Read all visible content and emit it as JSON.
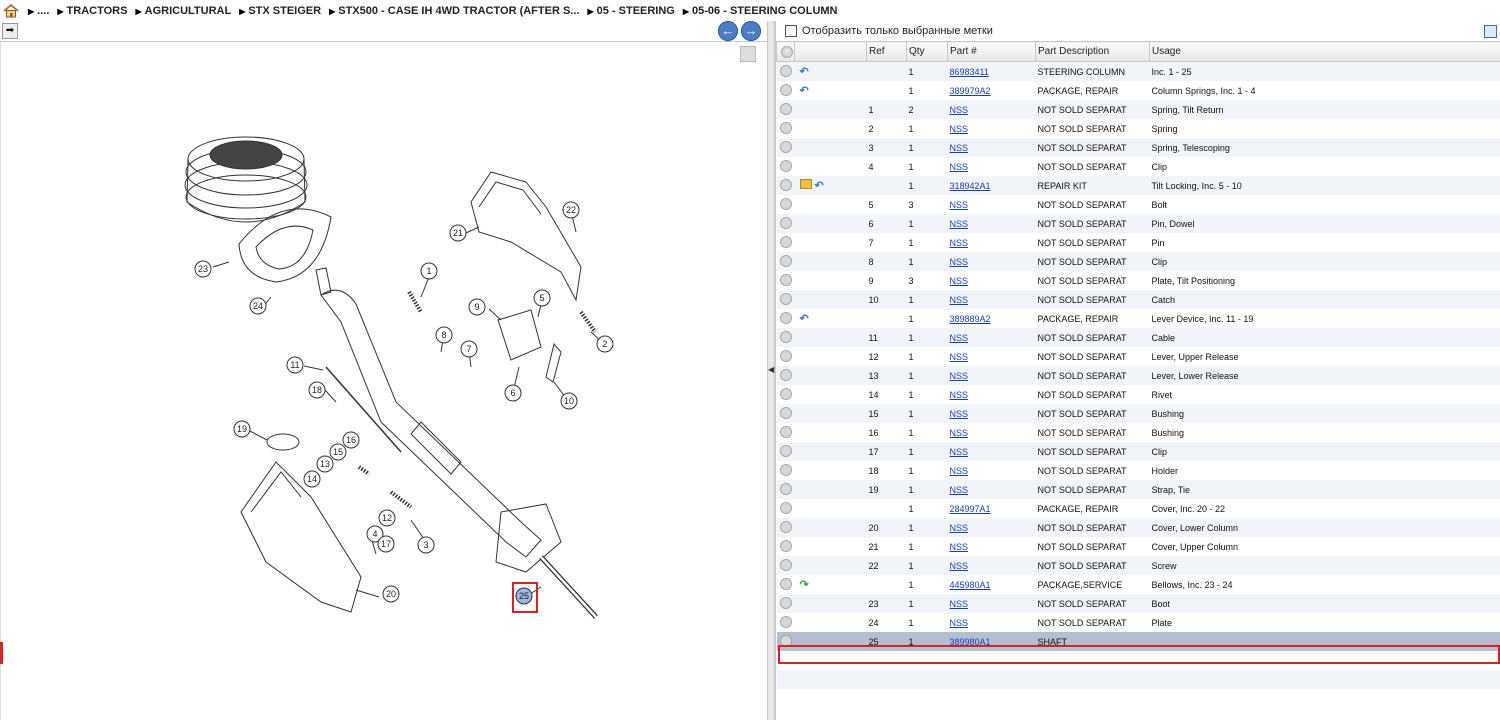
{
  "breadcrumb": [
    "....",
    "TRACTORS",
    "AGRICULTURAL",
    "STX STEIGER",
    "STX500 - CASE IH 4WD TRACTOR (AFTER S...",
    "05 - STEERING",
    "05-06 - STEERING COLUMN"
  ],
  "filter": {
    "label": "Отобразить только выбранные метки",
    "checked": false
  },
  "table": {
    "headers": [
      "",
      "Ref",
      "Qty",
      "Part #",
      "Part Description",
      "Usage"
    ],
    "rows": [
      {
        "ref": "",
        "qty": "1",
        "part": "86983411",
        "desc": "STEERING COLUMN",
        "usage": "Inc. 1 - 25",
        "icon": "back-arrow-icon"
      },
      {
        "ref": "",
        "qty": "1",
        "part": "389979A2",
        "desc": "PACKAGE, REPAIR",
        "usage": "Column Springs, Inc. 1 - 4",
        "icon": "back-arrow-icon"
      },
      {
        "ref": "1",
        "qty": "2",
        "part": "NSS",
        "desc": "NOT SOLD SEPARAT",
        "usage": "Spring, Tilt Return",
        "icon": ""
      },
      {
        "ref": "2",
        "qty": "1",
        "part": "NSS",
        "desc": "NOT SOLD SEPARAT",
        "usage": "Spring",
        "icon": ""
      },
      {
        "ref": "3",
        "qty": "1",
        "part": "NSS",
        "desc": "NOT SOLD SEPARAT",
        "usage": "Spring, Telescoping",
        "icon": ""
      },
      {
        "ref": "4",
        "qty": "1",
        "part": "NSS",
        "desc": "NOT SOLD SEPARAT",
        "usage": "Clip",
        "icon": ""
      },
      {
        "ref": "",
        "qty": "1",
        "part": "318942A1",
        "desc": "REPAIR KIT",
        "usage": "Tilt Locking, Inc. 5 - 10",
        "icon": "folder-back-icon"
      },
      {
        "ref": "5",
        "qty": "3",
        "part": "NSS",
        "desc": "NOT SOLD SEPARAT",
        "usage": "Bolt",
        "icon": ""
      },
      {
        "ref": "6",
        "qty": "1",
        "part": "NSS",
        "desc": "NOT SOLD SEPARAT",
        "usage": "Pin, Dowel",
        "icon": ""
      },
      {
        "ref": "7",
        "qty": "1",
        "part": "NSS",
        "desc": "NOT SOLD SEPARAT",
        "usage": "Pin",
        "icon": ""
      },
      {
        "ref": "8",
        "qty": "1",
        "part": "NSS",
        "desc": "NOT SOLD SEPARAT",
        "usage": "Clip",
        "icon": ""
      },
      {
        "ref": "9",
        "qty": "3",
        "part": "NSS",
        "desc": "NOT SOLD SEPARAT",
        "usage": "Plate, Tilt Positioning",
        "icon": ""
      },
      {
        "ref": "10",
        "qty": "1",
        "part": "NSS",
        "desc": "NOT SOLD SEPARAT",
        "usage": "Catch",
        "icon": ""
      },
      {
        "ref": "",
        "qty": "1",
        "part": "389889A2",
        "desc": "PACKAGE, REPAIR",
        "usage": "Lever Device, Inc. 11 - 19",
        "icon": "back-arrow-icon"
      },
      {
        "ref": "11",
        "qty": "1",
        "part": "NSS",
        "desc": "NOT SOLD SEPARAT",
        "usage": "Cable",
        "icon": ""
      },
      {
        "ref": "12",
        "qty": "1",
        "part": "NSS",
        "desc": "NOT SOLD SEPARAT",
        "usage": "Lever, Upper Release",
        "icon": ""
      },
      {
        "ref": "13",
        "qty": "1",
        "part": "NSS",
        "desc": "NOT SOLD SEPARAT",
        "usage": "Lever, Lower Release",
        "icon": ""
      },
      {
        "ref": "14",
        "qty": "1",
        "part": "NSS",
        "desc": "NOT SOLD SEPARAT",
        "usage": "Rivet",
        "icon": ""
      },
      {
        "ref": "15",
        "qty": "1",
        "part": "NSS",
        "desc": "NOT SOLD SEPARAT",
        "usage": "Bushing",
        "icon": ""
      },
      {
        "ref": "16",
        "qty": "1",
        "part": "NSS",
        "desc": "NOT SOLD SEPARAT",
        "usage": "Bushing",
        "icon": ""
      },
      {
        "ref": "17",
        "qty": "1",
        "part": "NSS",
        "desc": "NOT SOLD SEPARAT",
        "usage": "Clip",
        "icon": ""
      },
      {
        "ref": "18",
        "qty": "1",
        "part": "NSS",
        "desc": "NOT SOLD SEPARAT",
        "usage": "Holder",
        "icon": ""
      },
      {
        "ref": "19",
        "qty": "1",
        "part": "NSS",
        "desc": "NOT SOLD SEPARAT",
        "usage": "Strap, Tie",
        "icon": ""
      },
      {
        "ref": "",
        "qty": "1",
        "part": "284997A1",
        "desc": "PACKAGE, REPAIR",
        "usage": "Cover, Inc. 20 - 22",
        "icon": ""
      },
      {
        "ref": "20",
        "qty": "1",
        "part": "NSS",
        "desc": "NOT SOLD SEPARAT",
        "usage": "Cover, Lower Column",
        "icon": ""
      },
      {
        "ref": "21",
        "qty": "1",
        "part": "NSS",
        "desc": "NOT SOLD SEPARAT",
        "usage": "Cover, Upper Column",
        "icon": ""
      },
      {
        "ref": "22",
        "qty": "1",
        "part": "NSS",
        "desc": "NOT SOLD SEPARAT",
        "usage": "Screw",
        "icon": ""
      },
      {
        "ref": "",
        "qty": "1",
        "part": "445980A1",
        "desc": "PACKAGE,SERVICE",
        "usage": "Bellows, Inc. 23 - 24",
        "icon": "forward-arrow-icon"
      },
      {
        "ref": "23",
        "qty": "1",
        "part": "NSS",
        "desc": "NOT SOLD SEPARAT",
        "usage": "Boot",
        "icon": ""
      },
      {
        "ref": "24",
        "qty": "1",
        "part": "NSS",
        "desc": "NOT SOLD SEPARAT",
        "usage": "Plate",
        "icon": ""
      },
      {
        "ref": "25",
        "qty": "1",
        "part": "389980A1",
        "desc": "SHAFT",
        "usage": "",
        "icon": "",
        "selected": true
      }
    ]
  },
  "diagram": {
    "callouts": [
      "1",
      "2",
      "3",
      "4",
      "5",
      "6",
      "7",
      "8",
      "9",
      "10",
      "11",
      "12",
      "13",
      "14",
      "15",
      "16",
      "17",
      "18",
      "19",
      "20",
      "21",
      "22",
      "23",
      "24",
      "25"
    ],
    "selected_callout": "25"
  },
  "colors": {
    "selection": "#e02020",
    "link": "#1a3ec0",
    "selected_row": "#b3bfd0",
    "nav_button": "#4a7cc8"
  }
}
